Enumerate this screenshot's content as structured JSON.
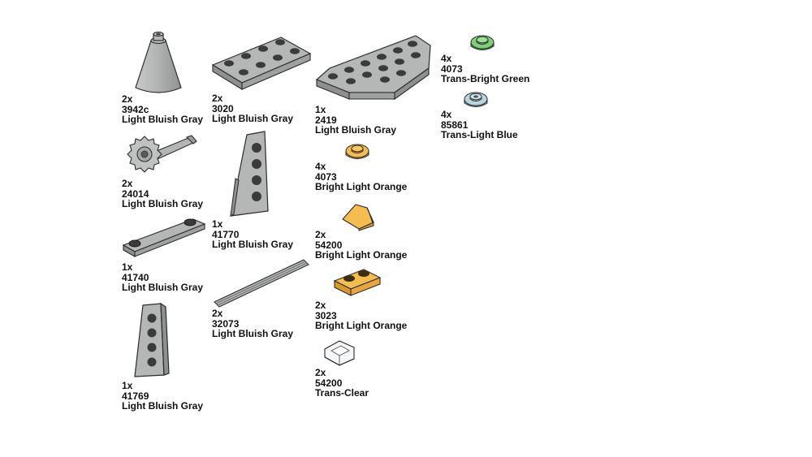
{
  "parts": [
    {
      "qty": "2x",
      "id": "3942c",
      "color": "Light Bluish Gray",
      "hex": "#a5a8a6"
    },
    {
      "qty": "2x",
      "id": "24014",
      "color": "Light Bluish Gray",
      "hex": "#a5a8a6"
    },
    {
      "qty": "1x",
      "id": "41740",
      "color": "Light Bluish Gray",
      "hex": "#a5a8a6"
    },
    {
      "qty": "1x",
      "id": "41769",
      "color": "Light Bluish Gray",
      "hex": "#a5a8a6"
    },
    {
      "qty": "2x",
      "id": "3020",
      "color": "Light Bluish Gray",
      "hex": "#a5a8a6"
    },
    {
      "qty": "1x",
      "id": "41770",
      "color": "Light Bluish Gray",
      "hex": "#a5a8a6"
    },
    {
      "qty": "2x",
      "id": "32073",
      "color": "Light Bluish Gray",
      "hex": "#a5a8a6"
    },
    {
      "qty": "1x",
      "id": "2419",
      "color": "Light Bluish Gray",
      "hex": "#a5a8a6"
    },
    {
      "qty": "4x",
      "id": "4073",
      "color": "Bright Light Orange",
      "hex": "#f5bd4f"
    },
    {
      "qty": "2x",
      "id": "54200",
      "color": "Bright Light Orange",
      "hex": "#f5bd4f"
    },
    {
      "qty": "2x",
      "id": "3023",
      "color": "Bright Light Orange",
      "hex": "#f5bd4f"
    },
    {
      "qty": "2x",
      "id": "54200",
      "color": "Trans-Clear",
      "hex": "#eef2f4"
    },
    {
      "qty": "4x",
      "id": "4073",
      "color": "Trans-Bright Green",
      "hex": "#7ed07a"
    },
    {
      "qty": "4x",
      "id": "85861",
      "color": "Trans-Light Blue",
      "hex": "#b9d6e0"
    }
  ]
}
